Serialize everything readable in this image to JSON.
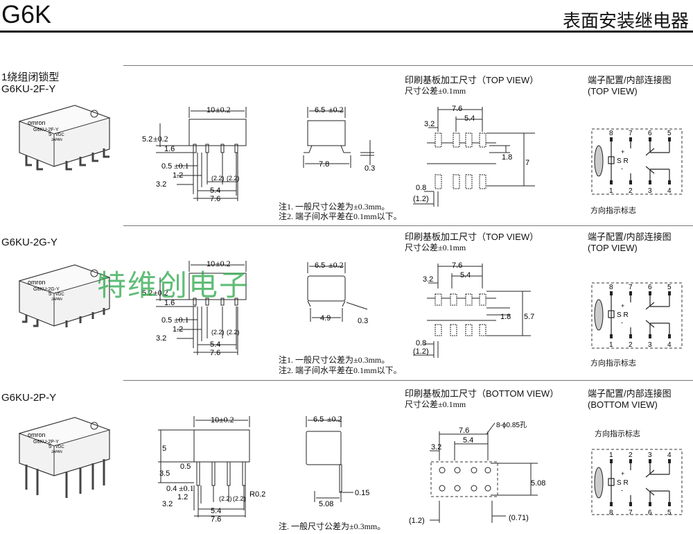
{
  "header": {
    "title": "G6K",
    "subtitle": "表面安装继电器"
  },
  "watermark": "特维创电子",
  "sections": [
    {
      "type_label": "1绕组闭锁型",
      "model": "G6KU-2F-Y",
      "photo": {
        "brand": "omron",
        "model_print": "G6KU-2F-Y",
        "coil": "5",
        "vdc": "VDC",
        "origin": "JAPAN"
      },
      "pcb_title": "印刷基板加工尺寸（TOP VIEW）",
      "pcb_tol": "尺寸公差±0.1mm",
      "term_title_1": "端子配置/内部连接图",
      "term_title_2": "(TOP VIEW)",
      "orient_label": "方向指示标志",
      "notes": [
        "注1. 一般尺寸公差为±0.3mm。",
        "注2. 端子间水平差在0.1mm以下。"
      ],
      "dims": {
        "w10": "10",
        "tol02": "±0.2",
        "h52": "5.2",
        "d16": "1.6",
        "d05": "0.5",
        "tol01": "±0.1",
        "d12": "1.2",
        "d32": "3.2",
        "p22a": "(2.2)",
        "p22b": "(2.2)",
        "d54": "5.4",
        "d76": "7.6",
        "w65": "6.5",
        "w78": "7.8",
        "t03": "0.3",
        "pw76": "7.6",
        "pw54": "5.4",
        "pw32": "3.2",
        "ph18": "1.8",
        "ph7": "7",
        "p08": "0.8",
        "p12": "(1.2)"
      }
    },
    {
      "model": "G6KU-2G-Y",
      "photo": {
        "brand": "omron",
        "model_print": "G6KU-2G-Y",
        "coil": "5",
        "vdc": "VDC",
        "origin": "JAPAN"
      },
      "pcb_title": "印刷基板加工尺寸（TOP VIEW）",
      "pcb_tol": "尺寸公差±0.1mm",
      "term_title_1": "端子配置/内部连接图",
      "term_title_2": "(TOP VIEW)",
      "orient_label": "方向指示标志",
      "notes": [
        "注1. 一般尺寸公差为±0.3mm。",
        "注2. 端子间水平差在0.1mm以下。"
      ],
      "dims": {
        "w10": "10",
        "tol02": "±0.2",
        "h52": "5.2",
        "d16": "1.6",
        "d05": "0.5",
        "tol01": "±0.1",
        "d12": "1.2",
        "d32": "3.2",
        "p22a": "(2.2)",
        "p22b": "(2.2)",
        "d54": "5.4",
        "d76": "7.6",
        "w65": "6.5",
        "w49": "4.9",
        "t03": "0.3",
        "pw76": "7.6",
        "pw54": "5.4",
        "pw32": "3.2",
        "ph18": "1.8",
        "ph57": "5.7",
        "p08": "0.8",
        "p12": "(1.2)"
      }
    },
    {
      "model": "G6KU-2P-Y",
      "photo": {
        "brand": "omron",
        "model_print": "G6KU-2P-Y",
        "coil": "5",
        "vdc": "VDC",
        "origin": "JAPAN"
      },
      "pcb_title": "印刷基板加工尺寸（BOTTOM VIEW）",
      "pcb_tol": "尺寸公差±0.1mm",
      "term_title_1": "端子配置/内部连接图",
      "term_title_2": "(BOTTOM VIEW)",
      "orient_label": "方向指示标志",
      "notes": [
        "注. 一般尺寸公差为±0.3mm。"
      ],
      "dims": {
        "w10": "10",
        "tol02": "±0.2",
        "h5": "5",
        "d05": "0.5",
        "h35": "3.5",
        "d04": "0.4",
        "tol01": "±0.1",
        "d12": "1.2",
        "d32": "3.2",
        "p22a": "(2.2)",
        "p22b": "(2.2)",
        "r02": "R0.2",
        "d54": "5.4",
        "d76": "7.6",
        "w65": "6.5",
        "w508": "5.08",
        "t015": "0.15",
        "holes": "8-ϕ0.85孔",
        "pw76": "7.6",
        "pw54": "5.4",
        "pw32": "3.2",
        "ph508": "5.08",
        "p12": "(1.2)",
        "p071": "(0.71)"
      }
    }
  ],
  "pins": {
    "top_row": [
      "8",
      "7",
      "6",
      "5"
    ],
    "bottom_row": [
      "1",
      "2",
      "3",
      "4"
    ],
    "sr": "S R",
    "plus": "+",
    "minus": "-"
  }
}
